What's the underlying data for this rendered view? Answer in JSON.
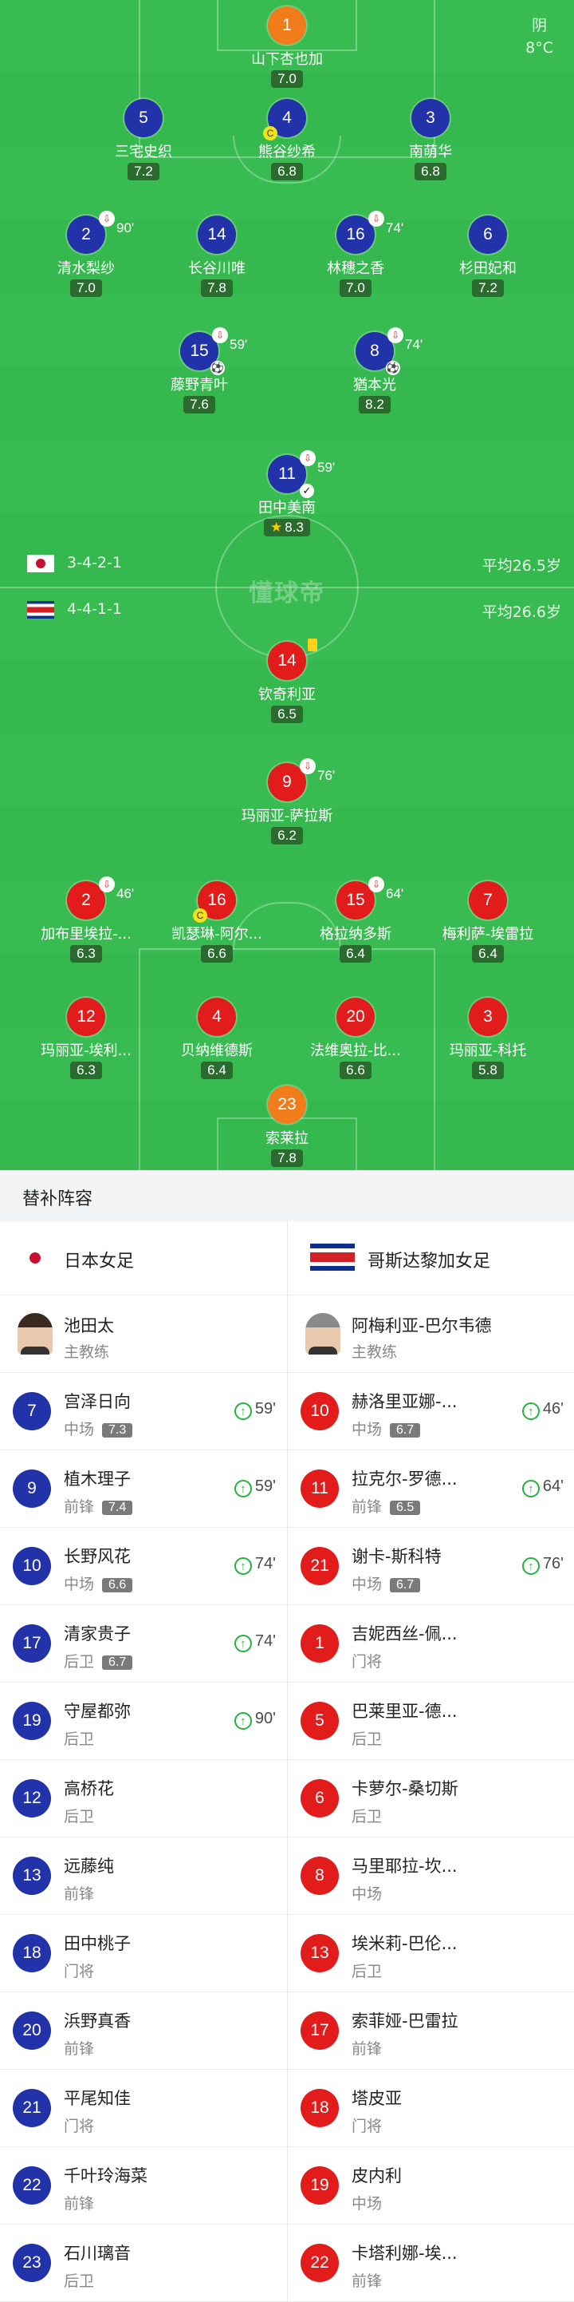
{
  "weather": {
    "condition": "阴",
    "temp": "8°C"
  },
  "watermark": "懂球帝",
  "team_home": {
    "name": "日本女足",
    "formation": "3-4-2-1",
    "avg_age": "平均26.5岁"
  },
  "team_away": {
    "name": "哥斯达黎加女足",
    "formation": "4-4-1-1",
    "avg_age": "平均26.6岁"
  },
  "home_players": [
    {
      "num": "1",
      "name": "山下杏也加",
      "rating": "7.0"
    },
    {
      "num": "5",
      "name": "三宅史织",
      "rating": "7.2"
    },
    {
      "num": "4",
      "name": "熊谷纱希",
      "rating": "6.8"
    },
    {
      "num": "3",
      "name": "南萌华",
      "rating": "6.8"
    },
    {
      "num": "2",
      "name": "清水梨纱",
      "rating": "7.0",
      "sub_min": "90'"
    },
    {
      "num": "14",
      "name": "长谷川唯",
      "rating": "7.8"
    },
    {
      "num": "16",
      "name": "林穗之香",
      "rating": "7.0",
      "sub_min": "74'"
    },
    {
      "num": "6",
      "name": "杉田妃和",
      "rating": "7.2"
    },
    {
      "num": "15",
      "name": "藤野青叶",
      "rating": "7.6",
      "sub_min": "59'"
    },
    {
      "num": "8",
      "name": "猶本光",
      "rating": "8.2",
      "sub_min": "74'"
    },
    {
      "num": "11",
      "name": "田中美南",
      "rating": "8.3",
      "sub_min": "59'"
    }
  ],
  "away_players": [
    {
      "num": "14",
      "name": "钦奇利亚",
      "rating": "6.5"
    },
    {
      "num": "9",
      "name": "玛丽亚-萨拉斯",
      "rating": "6.2",
      "sub_min": "76'"
    },
    {
      "num": "2",
      "name": "加布里埃拉-...",
      "rating": "6.3",
      "sub_min": "46'"
    },
    {
      "num": "16",
      "name": "凯瑟琳-阿尔...",
      "rating": "6.6"
    },
    {
      "num": "15",
      "name": "格拉纳多斯",
      "rating": "6.4",
      "sub_min": "64'"
    },
    {
      "num": "7",
      "name": "梅利萨-埃雷拉",
      "rating": "6.4"
    },
    {
      "num": "12",
      "name": "玛丽亚-埃利...",
      "rating": "6.3"
    },
    {
      "num": "4",
      "name": "贝纳维德斯",
      "rating": "6.4"
    },
    {
      "num": "20",
      "name": "法维奥拉-比...",
      "rating": "6.6"
    },
    {
      "num": "3",
      "name": "玛丽亚-科托",
      "rating": "5.8"
    },
    {
      "num": "23",
      "name": "索莱拉",
      "rating": "7.8"
    }
  ],
  "subs_title": "替补阵容",
  "home_subs": {
    "coach": {
      "name": "池田太",
      "role": "主教练"
    },
    "players": [
      {
        "num": "7",
        "name": "宫泽日向",
        "pos": "中场",
        "rating": "7.3",
        "in": "59'"
      },
      {
        "num": "9",
        "name": "植木理子",
        "pos": "前锋",
        "rating": "7.4",
        "in": "59'"
      },
      {
        "num": "10",
        "name": "长野风花",
        "pos": "中场",
        "rating": "6.6",
        "in": "74'"
      },
      {
        "num": "17",
        "name": "清家贵子",
        "pos": "后卫",
        "rating": "6.7",
        "in": "74'"
      },
      {
        "num": "19",
        "name": "守屋都弥",
        "pos": "后卫",
        "in": "90'"
      },
      {
        "num": "12",
        "name": "高桥花",
        "pos": "后卫"
      },
      {
        "num": "13",
        "name": "远藤纯",
        "pos": "前锋"
      },
      {
        "num": "18",
        "name": "田中桃子",
        "pos": "门将"
      },
      {
        "num": "20",
        "name": "浜野真香",
        "pos": "前锋"
      },
      {
        "num": "21",
        "name": "平尾知佳",
        "pos": "门将"
      },
      {
        "num": "22",
        "name": "千叶玲海菜",
        "pos": "前锋"
      },
      {
        "num": "23",
        "name": "石川璃音",
        "pos": "后卫"
      }
    ]
  },
  "away_subs": {
    "coach": {
      "name": "阿梅利亚-巴尔韦德",
      "role": "主教练"
    },
    "players": [
      {
        "num": "10",
        "name": "赫洛里亚娜-...",
        "pos": "中场",
        "rating": "6.7",
        "in": "46'"
      },
      {
        "num": "11",
        "name": "拉克尔-罗德...",
        "pos": "前锋",
        "rating": "6.5",
        "in": "64'"
      },
      {
        "num": "21",
        "name": "谢卡-斯科特",
        "pos": "中场",
        "rating": "6.7",
        "in": "76'"
      },
      {
        "num": "1",
        "name": "吉妮西丝-佩...",
        "pos": "门将"
      },
      {
        "num": "5",
        "name": "巴莱里亚-德...",
        "pos": "后卫"
      },
      {
        "num": "6",
        "name": "卡萝尔-桑切斯",
        "pos": "后卫"
      },
      {
        "num": "8",
        "name": "马里耶拉-坎...",
        "pos": "中场"
      },
      {
        "num": "13",
        "name": "埃米莉-巴伦...",
        "pos": "后卫"
      },
      {
        "num": "17",
        "name": "索菲娅-巴雷拉",
        "pos": "前锋"
      },
      {
        "num": "18",
        "name": "塔皮亚",
        "pos": "门将"
      },
      {
        "num": "19",
        "name": "皮内利",
        "pos": "中场"
      },
      {
        "num": "22",
        "name": "卡塔利娜-埃...",
        "pos": "前锋"
      }
    ]
  },
  "colors": {
    "pitch": "#35b84d",
    "home": "#2233aa",
    "away": "#e21b1b",
    "keeper": "#f07c1c",
    "sub_in": "#21b53c"
  }
}
